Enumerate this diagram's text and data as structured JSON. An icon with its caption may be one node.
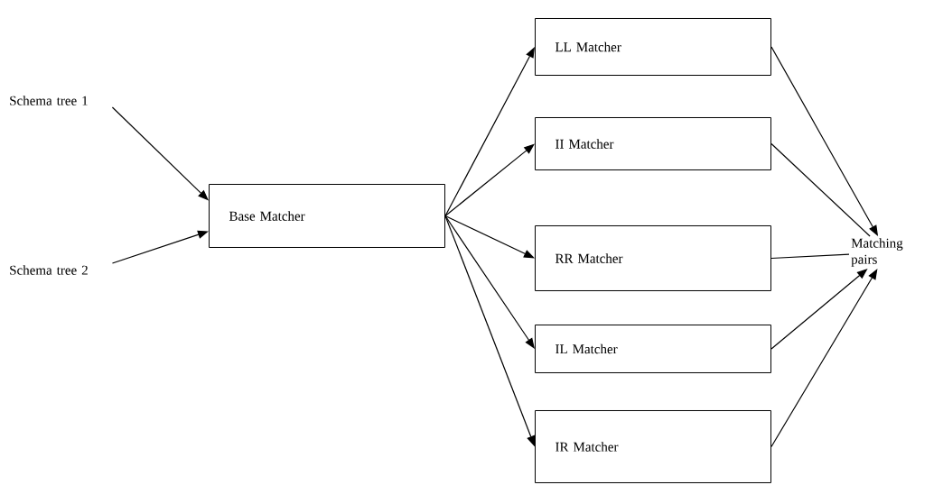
{
  "diagram": {
    "nodes": [
      {
        "text": [
          "Schema tree 1"
        ]
      },
      {
        "text": [
          "Schema tree 2"
        ]
      },
      {
        "text": [
          "Base Matcher"
        ]
      },
      {
        "text": [
          "LL Matcher"
        ]
      },
      {
        "text": [
          "II Matcher"
        ]
      },
      {
        "text": [
          "RR Matcher"
        ]
      },
      {
        "text": [
          "IL Matcher"
        ]
      },
      {
        "text": [
          "IR Matcher"
        ]
      },
      {
        "text": [
          "Matching pairs"
        ]
      }
    ],
    "edges": [
      {
        "from": 0,
        "to": 2,
        "arrow": "to"
      },
      {
        "from": 1,
        "to": 2,
        "arrow": "to"
      },
      {
        "from": 2,
        "to": 3,
        "arrow": "to"
      },
      {
        "from": 2,
        "to": 4,
        "arrow": "to"
      },
      {
        "from": 2,
        "to": 5,
        "arrow": "to"
      },
      {
        "from": 2,
        "to": 6,
        "arrow": "to"
      },
      {
        "from": 2,
        "to": 7,
        "arrow": "to"
      },
      {
        "from": 3,
        "to": 8,
        "arrow": "to"
      },
      {
        "from": 4,
        "to": 8,
        "arrow": "none"
      },
      {
        "from": 5,
        "to": 8,
        "arrow": "none"
      },
      {
        "from": 6,
        "to": 8,
        "arrow": "to"
      },
      {
        "from": 7,
        "to": 8,
        "arrow": "to"
      }
    ]
  }
}
